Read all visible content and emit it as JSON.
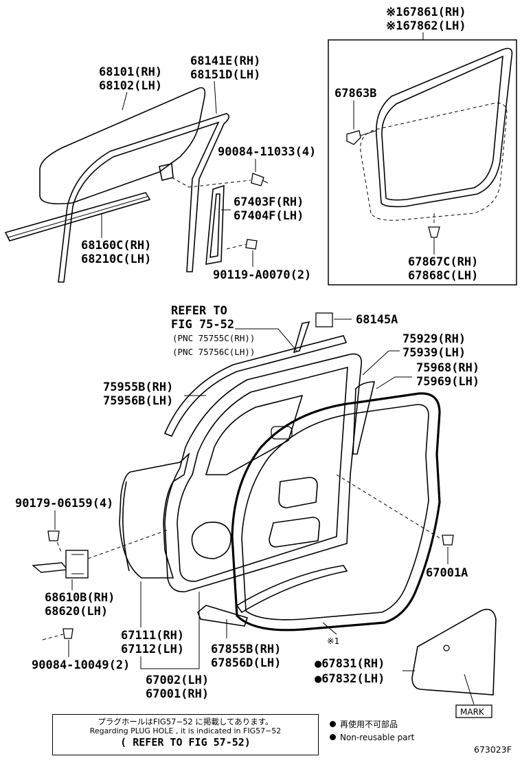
{
  "labels": {
    "weatherstrip_rh": "※167861(RH)",
    "weatherstrip_lh": "※167862(LH)",
    "clip_67863b": "67863B",
    "clip_rh": "67867C(RH)",
    "clip_lh": "67868C(LH)",
    "glass_rh": "68101(RH)",
    "glass_lh": "68102(LH)",
    "run_rh": "68141E(RH)",
    "run_lh": "68151D(LH)",
    "bolt_90084_11033": "90084-11033(4)",
    "channel_rh": "67403F(RH)",
    "channel_lh": "67404F(LH)",
    "belt_rh": "68160C(RH)",
    "belt_lh": "68210C(LH)",
    "bolt_90119": "90119-A0070(2)",
    "refer_1": "REFER TO",
    "refer_2": "FIG 75-52",
    "refer_pnc_rh": "(PNC 75755C(RH))",
    "refer_pnc_lh": "(PNC 75756C(LH))",
    "pad_68145a": "68145A",
    "moulding_75929": "75929(RH)",
    "moulding_75939": "75939(LH)",
    "moulding_75968": "75968(RH)",
    "moulding_75969": "75969(LH)",
    "moulding_75955b": "75955B(RH)",
    "moulding_75956b": "75956B(LH)",
    "bolt_90179": "90179-06159(4)",
    "check_rh": "68610B(RH)",
    "check_lh": "68620(LH)",
    "plug_67001a": "67001A",
    "seal_67111": "67111(RH)",
    "seal_67112": "67112(LH)",
    "seal_67855b": "67855B(RH)",
    "seal_67856d": "67856D(LH)",
    "bolt_90084_10049": "90084-10049(2)",
    "panel_67002": "67002(LH)",
    "panel_67001": "67001(RH)",
    "seal_67831": "●67831(RH)",
    "seal_67832": "●67832(LH)",
    "star_mark": "※1",
    "mark_box": "MARK"
  },
  "footer": {
    "jp_note": "プラグホールはFIG57−52 に掲載してあります。",
    "en_note": "Regarding PLUG HOLE , it is indicated in FIG57−52",
    "refer": "( REFER TO FIG 57-52)"
  },
  "legend": {
    "jp": "再使用不可部品",
    "en": "Non-reusable part"
  },
  "doc_number": "673023F"
}
